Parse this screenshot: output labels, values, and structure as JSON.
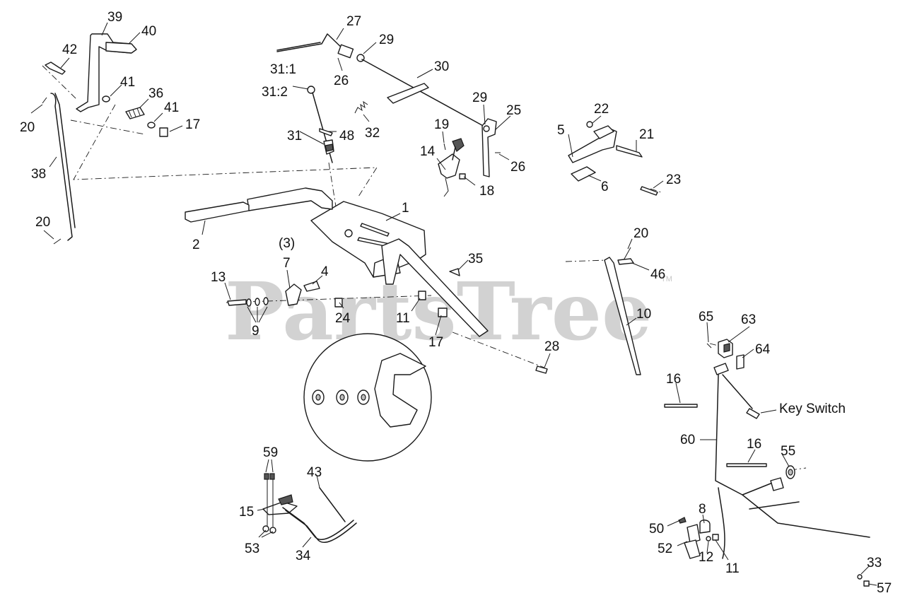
{
  "watermark": {
    "text": "PartsTree",
    "mark": "TM"
  },
  "callouts": [
    {
      "id": "c39",
      "text": "39"
    },
    {
      "id": "c40",
      "text": "40"
    },
    {
      "id": "c42",
      "text": "42"
    },
    {
      "id": "c41a",
      "text": "41"
    },
    {
      "id": "c36",
      "text": "36"
    },
    {
      "id": "c41b",
      "text": "41"
    },
    {
      "id": "c17a",
      "text": "17"
    },
    {
      "id": "c20a",
      "text": "20"
    },
    {
      "id": "c38",
      "text": "38"
    },
    {
      "id": "c20b",
      "text": "20"
    },
    {
      "id": "c27",
      "text": "27"
    },
    {
      "id": "c29a",
      "text": "29"
    },
    {
      "id": "c30",
      "text": "30"
    },
    {
      "id": "c26a",
      "text": "26"
    },
    {
      "id": "c31_1",
      "text": "31:1"
    },
    {
      "id": "c31_2",
      "text": "31:2"
    },
    {
      "id": "c32",
      "text": "32"
    },
    {
      "id": "c31",
      "text": "31"
    },
    {
      "id": "c48",
      "text": "48"
    },
    {
      "id": "c29b",
      "text": "29"
    },
    {
      "id": "c25",
      "text": "25"
    },
    {
      "id": "c26b",
      "text": "26"
    },
    {
      "id": "c19",
      "text": "19"
    },
    {
      "id": "c14",
      "text": "14"
    },
    {
      "id": "c18",
      "text": "18"
    },
    {
      "id": "c22",
      "text": "22"
    },
    {
      "id": "c5",
      "text": "5"
    },
    {
      "id": "c21",
      "text": "21"
    },
    {
      "id": "c6",
      "text": "6"
    },
    {
      "id": "c23",
      "text": "23"
    },
    {
      "id": "c1",
      "text": "1"
    },
    {
      "id": "c2",
      "text": "2"
    },
    {
      "id": "c3",
      "text": "(3)"
    },
    {
      "id": "c7",
      "text": "7"
    },
    {
      "id": "c4",
      "text": "4"
    },
    {
      "id": "c13",
      "text": "13"
    },
    {
      "id": "c9",
      "text": "9"
    },
    {
      "id": "c24",
      "text": "24"
    },
    {
      "id": "c11a",
      "text": "11"
    },
    {
      "id": "c17b",
      "text": "17"
    },
    {
      "id": "c35",
      "text": "35"
    },
    {
      "id": "c28",
      "text": "28"
    },
    {
      "id": "c20c",
      "text": "20"
    },
    {
      "id": "c46",
      "text": "46"
    },
    {
      "id": "c10",
      "text": "10"
    },
    {
      "id": "c65",
      "text": "65"
    },
    {
      "id": "c63",
      "text": "63"
    },
    {
      "id": "c64",
      "text": "64"
    },
    {
      "id": "c16a",
      "text": "16"
    },
    {
      "id": "c60",
      "text": "60"
    },
    {
      "id": "c16b",
      "text": "16"
    },
    {
      "id": "c55",
      "text": "55"
    },
    {
      "id": "c59",
      "text": "59"
    },
    {
      "id": "c43",
      "text": "43"
    },
    {
      "id": "c15",
      "text": "15"
    },
    {
      "id": "c53",
      "text": "53"
    },
    {
      "id": "c34",
      "text": "34"
    },
    {
      "id": "c50",
      "text": "50"
    },
    {
      "id": "c8",
      "text": "8"
    },
    {
      "id": "c52",
      "text": "52"
    },
    {
      "id": "c12",
      "text": "12"
    },
    {
      "id": "c11b",
      "text": "11"
    },
    {
      "id": "c33",
      "text": "33"
    },
    {
      "id": "c57",
      "text": "57"
    }
  ],
  "labels": {
    "key_switch": "Key Switch"
  }
}
